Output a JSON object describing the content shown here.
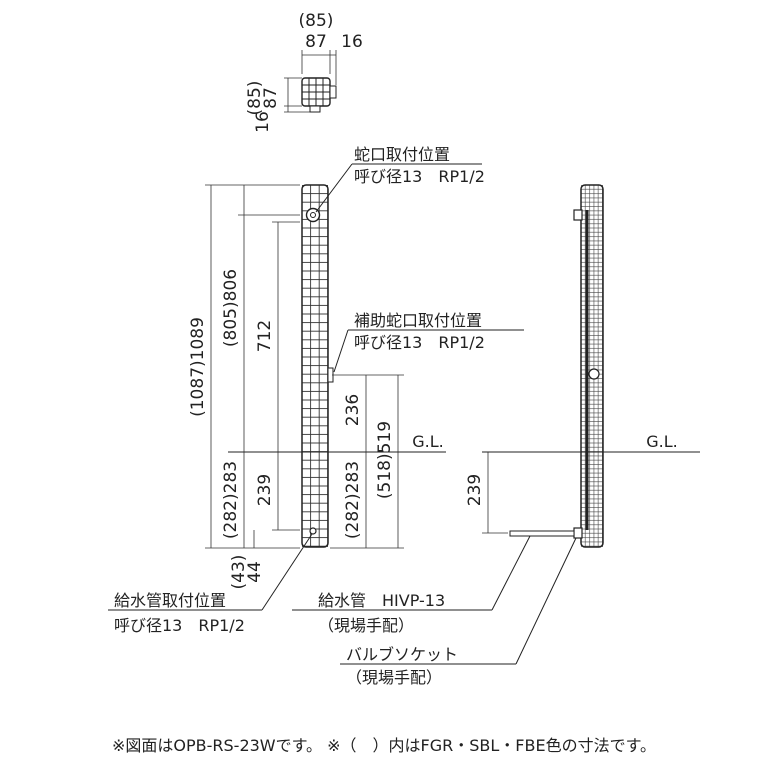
{
  "top_view": {
    "width_paren": "(85)",
    "width": "87",
    "offset_right": "16",
    "depth_paren": "(85)",
    "depth": "87",
    "offset_bottom": "16"
  },
  "front_view": {
    "dim_total": "(1087)1089",
    "dim_faucet": "(805)806",
    "dim_712": "712",
    "dim_below_gl": "(282)283",
    "dim_239": "239",
    "dim_236": "236",
    "dim_aux_total": "(518)519",
    "dim_below_gl_2": "(282)283",
    "dim_bottom_paren": "(43)",
    "dim_bottom": "44"
  },
  "side_view": {
    "dim_239": "239"
  },
  "labels": {
    "faucet_pos": "蛇口取付位置",
    "faucet_size": "呼び径13　RP1/2",
    "aux_faucet_pos": "補助蛇口取付位置",
    "aux_faucet_size": "呼び径13　RP1/2",
    "gl_front": "G.L.",
    "gl_side": "G.L.",
    "supply_pos": "給水管取付位置",
    "supply_size": "呼び径13　RP1/2",
    "supply_pipe": "給水管　HIVP-13",
    "supply_pipe_note": "（現場手配）",
    "valve_socket": "バルブソケット",
    "valve_socket_note": "（現場手配）"
  },
  "footnote": "※図面はOPB-RS-23Wです。 ※（　）内はFGR・SBL・FBE色の寸法です。",
  "colors": {
    "line": "#222222",
    "background": "#ffffff"
  }
}
